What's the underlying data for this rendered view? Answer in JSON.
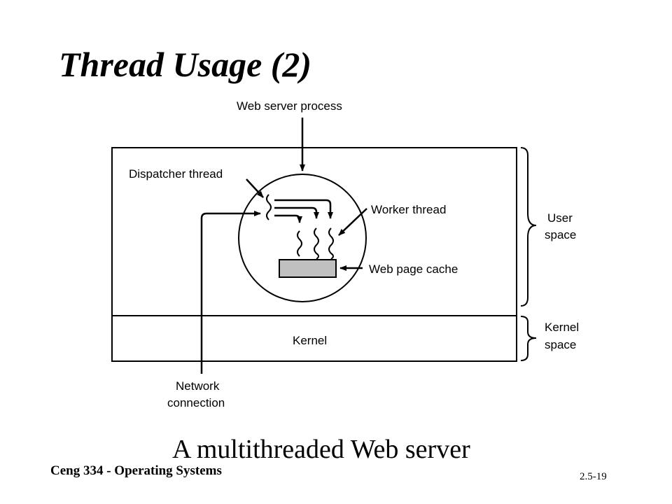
{
  "slide": {
    "title": "Thread Usage (2)",
    "caption": "A multithreaded Web server",
    "course": "Ceng 334 - Operating Systems",
    "page_number": "2.5-19"
  },
  "diagram": {
    "web_server_process": "Web server process",
    "dispatcher_thread": "Dispatcher thread",
    "worker_thread": "Worker thread",
    "web_page_cache": "Web page cache",
    "kernel": "Kernel",
    "network_line1": "Network",
    "network_line2": "connection",
    "user_space_line1": "User",
    "user_space_line2": "space",
    "kernel_space_line1": "Kernel",
    "kernel_space_line2": "space"
  },
  "colors": {
    "stroke": "#000000",
    "cache_fill": "#c0c0c0",
    "background": "#ffffff"
  }
}
